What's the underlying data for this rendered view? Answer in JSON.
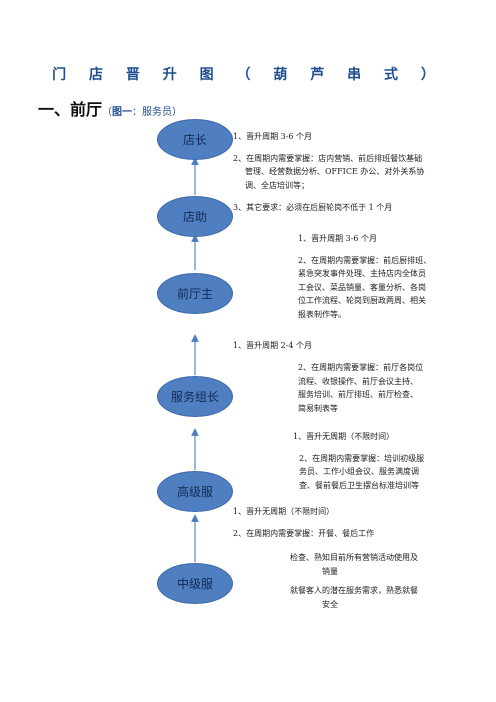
{
  "title": "门 店 晋 升 图 （ 葫 芦 串 式 ）",
  "section": {
    "heading": "一、前厅",
    "sub_open": "（",
    "sub_bold": "图一",
    "sub_rest": "：服务员）"
  },
  "nodes": [
    "店长",
    "店助",
    "前厅主",
    "服务组长",
    "高级服",
    "中级服"
  ],
  "blocks": {
    "store_manager": {
      "l1": "1、晋升周期 3-6 个月",
      "l2": "2、在周期内需要掌握：店内营销、前后排班餐饮基础",
      "l3": "管理、经营数据分析、OFFICE 办公、对外关系协",
      "l4": "调、全店培训等；",
      "l5": "3、其它要求：必须在后厨轮岗不低于 1 个月"
    },
    "assistant": {
      "l1": "1、晋升周期 3-6 个月",
      "l2": "2、在周期内需要掌握：前后厨排班、",
      "l3": "紧急突发事件处理、主持店内全体员",
      "l4": "工会议、菜品销量、客量分析、各岗",
      "l5": "位工作流程、轮岗到厨政两周、相关",
      "l6": "报表制作等。"
    },
    "supervisor": {
      "l1": "1、晋升周期 2-4 个月",
      "l2": "2、在周期内需要掌握：前厅各岗位",
      "l3": "流程、收银操作、前厅会议主持、",
      "l4": "服务培训、前厅排班、前厅检查、",
      "l5": "简易制表等"
    },
    "team_leader": {
      "l1": "1、晋升无周期（不限时间）",
      "l2": "2、在周期内需要掌握：培训初级服",
      "l3": "务员、工作小组会议、服务满度调",
      "l4": "查、餐前餐后卫生摆台标准培训等"
    },
    "senior": {
      "l1": "1、晋升无周期（不限时间）",
      "l2": "2、在周期内需要掌握：开餐、餐后工作"
    },
    "middle": {
      "l1": "检查、熟知目前所有营销活动使用及",
      "l2": "销量",
      "l3": "就餐客人的潜在服务需求，熟悉就餐",
      "l4": "安全"
    }
  },
  "colors": {
    "node_fill": "#4f7fc1",
    "arrow": "#4a7cc0",
    "title": "#1f4f8f"
  }
}
